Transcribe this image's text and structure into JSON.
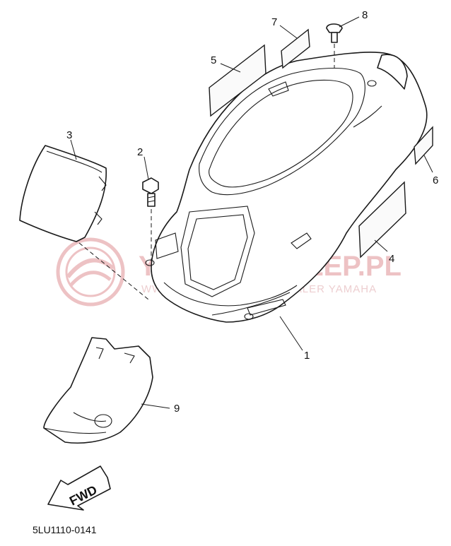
{
  "callouts": {
    "c1": "1",
    "c2": "2",
    "c3": "3",
    "c4": "4",
    "c5": "5",
    "c6": "6",
    "c7": "7",
    "c8": "8",
    "c9": "9"
  },
  "arrow_label": "FWD",
  "diagram_code": "5LU1110-0141",
  "watermark": {
    "title": "YAMAHA SKLEP.PL",
    "subtitle": "WWW.AUTORYZOWANY DEALER YAMAHA",
    "color": "#e9b3b6"
  }
}
